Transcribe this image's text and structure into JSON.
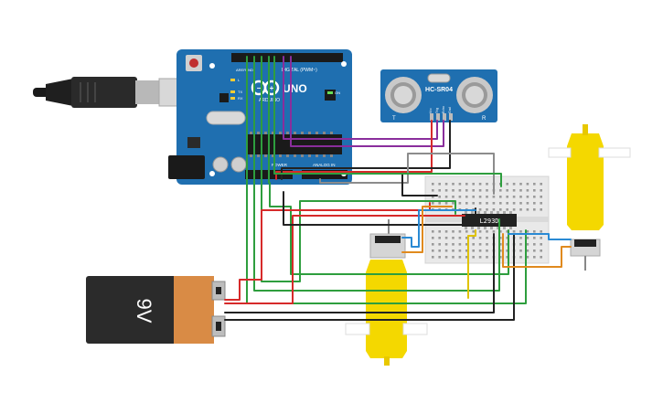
{
  "arduino": {
    "brand": "UNO",
    "digital_label": "DIGITAL (PWM~)",
    "power_label": "POWER",
    "analog_label": "ANALOG IN",
    "pin_left_a": "AREF",
    "pin_left_b": "GND",
    "tx_label": "TX",
    "rx_label": "RX",
    "l_label": "L",
    "on_label": "ON",
    "logo": "ARDUINO"
  },
  "sensor": {
    "model": "HC-SR04",
    "pin_labels": [
      "Vcc",
      "Trig",
      "Echo",
      "Gnd"
    ]
  },
  "driver": {
    "chip": "L293D"
  },
  "battery": {
    "label": "9V",
    "plus": "+",
    "minus": "−"
  },
  "colors": {
    "board": "#1f6fb0",
    "board_dark": "#155789",
    "motor_yellow": "#f4d800",
    "breadboard": "#e9e9e9",
    "battery_body": "#2b2b2b",
    "battery_band": "#d98b45",
    "wire_green": "#2e9e3e",
    "wire_red": "#d62a2a",
    "wire_black": "#222222",
    "wire_purple": "#8a2e9c",
    "wire_orange": "#e08a1e",
    "wire_blue": "#2a8ad4",
    "wire_gray": "#8c8c8c",
    "wire_yellow": "#e0c300"
  }
}
